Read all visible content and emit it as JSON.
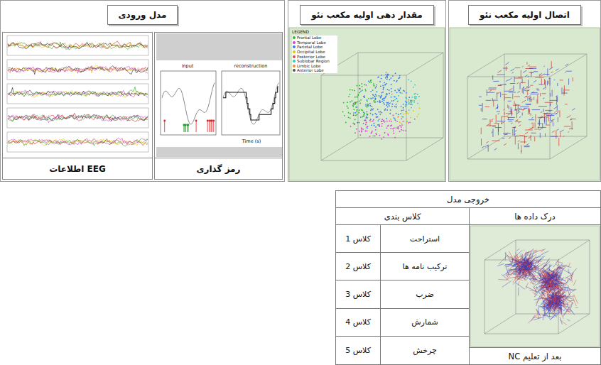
{
  "diagram": {
    "nodes": [
      {
        "text": [
          "مدل ورودی"
        ]
      },
      {
        "text": [
          "اطلاعات EEG"
        ],
        "in": 0
      },
      {
        "text": [
          "رمز گذاری"
        ],
        "in": 0
      },
      {
        "text": [
          "مقدار دهی اولیه مکعب نئو"
        ]
      },
      {
        "text": [
          "اتصال اولیه مکعب نئو"
        ]
      },
      {
        "text": [
          "خروجی مدل"
        ]
      },
      {
        "text": [
          "کلاس بندی"
        ],
        "in": 5
      },
      {
        "text": [
          "درک داده ها",
          "NC بعد از تعلیم"
        ],
        "in": 5
      }
    ],
    "labels": [
      "LEGEND",
      "input",
      "reconstruction",
      "Time (s)",
      "استراحت",
      "کلاس 1",
      "ترکیب نامه ها",
      "کلاس 2",
      "ضرب",
      "کلاس 3",
      "شمارش",
      "کلاس 4",
      "چرخش",
      "کلاس 5"
    ],
    "legend": [
      {
        "text": "Frontal Lobe",
        "color": "#2db82d"
      },
      {
        "text": "Temporal Lobe",
        "color": "#d63fd6"
      },
      {
        "text": "Parietal Lobe",
        "color": "#3a7bf0"
      },
      {
        "text": "Occipital Lobe",
        "color": "#e0c400"
      },
      {
        "text": "Posterior Lobe",
        "color": "#e04848"
      },
      {
        "text": "Sublobar Region",
        "color": "#35c7c7"
      },
      {
        "text": "Limbic Lobe",
        "color": "#f08c2a"
      },
      {
        "text": "Anterior Lobe",
        "color": "#555555"
      }
    ]
  }
}
